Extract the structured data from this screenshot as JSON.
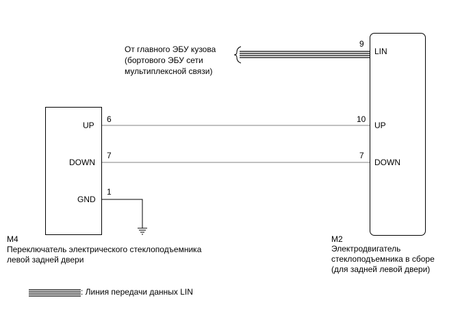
{
  "source": {
    "lines": [
      "От главного ЭБУ кузова",
      "(бортового ЭБУ сети",
      "мультиплексной связи)"
    ]
  },
  "m2": {
    "code": "M2",
    "name_lines": [
      "Электродвигатель",
      "стеклоподъемника в сборе",
      "(для задней левой двери)"
    ],
    "pins": [
      {
        "num": "9",
        "label": "LIN"
      },
      {
        "num": "10",
        "label": "UP"
      },
      {
        "num": "7",
        "label": "DOWN"
      }
    ]
  },
  "m4": {
    "code": "M4",
    "name_lines": [
      "Переключатель электрического стеклоподъемника",
      "левой задней двери"
    ],
    "pins": [
      {
        "num": "6",
        "label": "UP"
      },
      {
        "num": "7",
        "label": "DOWN"
      },
      {
        "num": "1",
        "label": "GND"
      }
    ]
  },
  "legend": {
    "text": ": Линия передачи данных LIN"
  },
  "colors": {
    "line": "#000000",
    "wire_gray": "#9a9a9a"
  }
}
